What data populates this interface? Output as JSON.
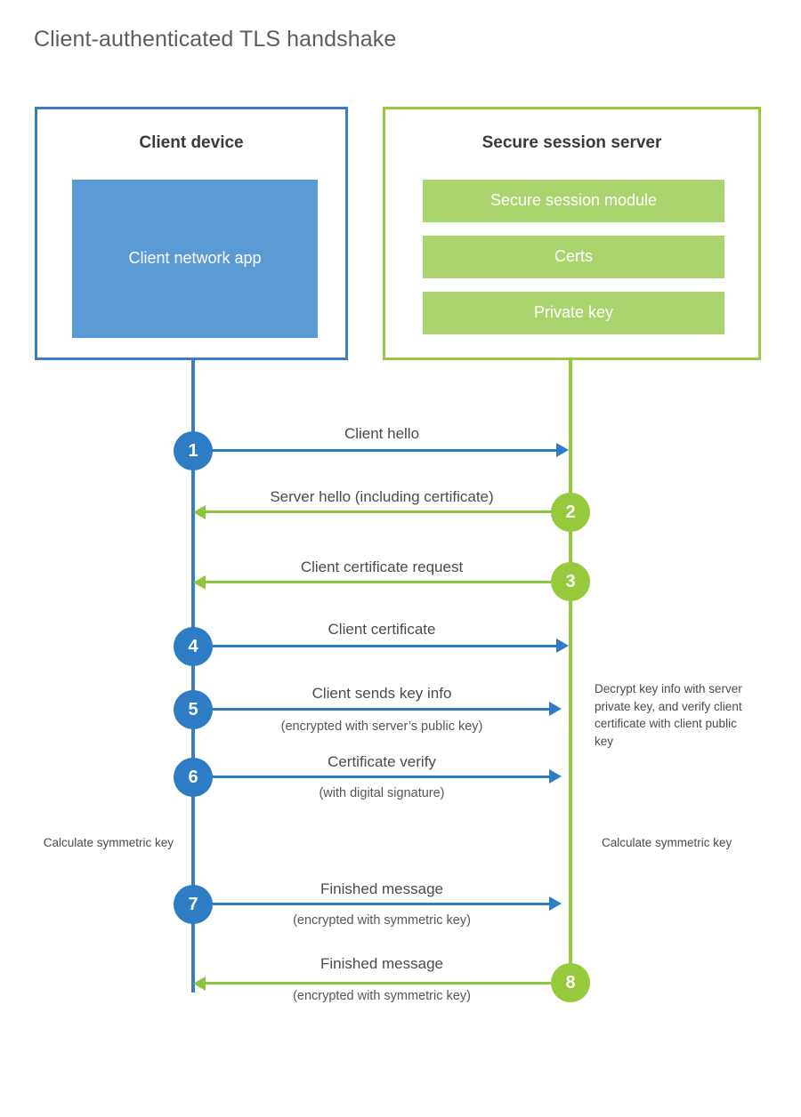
{
  "diagram": {
    "title": "Client-authenticated TLS handshake",
    "colors": {
      "client_accent": "#2e7cc3",
      "client_border": "#3b7dc4",
      "client_fill": "#5b9bd5",
      "server_accent": "#8cc63f",
      "server_border": "#96c93d",
      "server_fill": "#a9d46e",
      "text": "#4b4b4d",
      "title_text": "#5c5d5f"
    },
    "parties": {
      "client": {
        "title": "Client device",
        "blocks": [
          {
            "label": "Client network app"
          }
        ]
      },
      "server": {
        "title": "Secure session server",
        "blocks": [
          {
            "label": "Secure session module"
          },
          {
            "label": "Certs"
          },
          {
            "label": "Private key"
          }
        ]
      }
    },
    "steps": [
      {
        "number": "1",
        "origin": "client",
        "direction": "right",
        "label": "Client hello",
        "sublabel": ""
      },
      {
        "number": "2",
        "origin": "server",
        "direction": "left",
        "label": "Server hello (including certificate)",
        "sublabel": ""
      },
      {
        "number": "3",
        "origin": "server",
        "direction": "left",
        "label": "Client certificate request",
        "sublabel": ""
      },
      {
        "number": "4",
        "origin": "client",
        "direction": "right",
        "label": "Client certificate",
        "sublabel": ""
      },
      {
        "number": "5",
        "origin": "client",
        "direction": "right",
        "label": "Client sends key info",
        "sublabel": "(encrypted with server’s public key)"
      },
      {
        "number": "6",
        "origin": "client",
        "direction": "right",
        "label": "Certificate verify",
        "sublabel": "(with digital signature)"
      },
      {
        "number": "7",
        "origin": "client",
        "direction": "right",
        "label": "Finished message",
        "sublabel": "(encrypted with symmetric key)"
      },
      {
        "number": "8",
        "origin": "server",
        "direction": "left",
        "label": "Finished message",
        "sublabel": "(encrypted with symmetric key)"
      }
    ],
    "annotations": {
      "server_decrypt_note": "Decrypt key info with server private key, and verify client certificate with client public key",
      "client_calculate_note": "Calculate symmetric key",
      "server_calculate_note": "Calculate symmetric key"
    }
  }
}
